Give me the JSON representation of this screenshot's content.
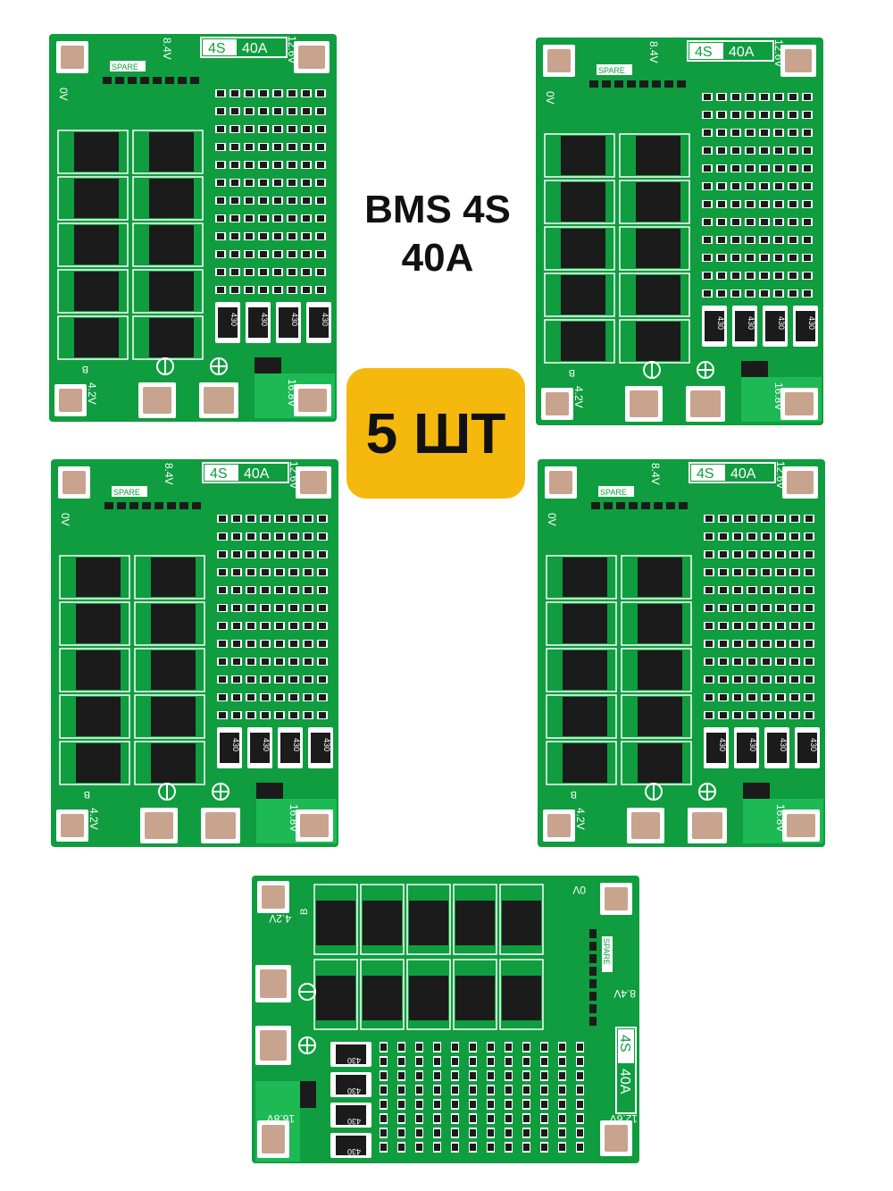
{
  "product": {
    "title_line1": "BMS 4S",
    "title_line2": "40A",
    "quantity_badge": "5 ШТ",
    "badge_color": "#f5b80d"
  },
  "board_markings": {
    "cells_label": "4S",
    "current_label": "40A",
    "spare_label": "SPARE",
    "v0": "0V",
    "v42": "4.2V",
    "v84": "8.4V",
    "v126": "12.6V",
    "v168": "16.8V",
    "b_label": "B",
    "resistor_code": "430"
  },
  "colors": {
    "pcb_green": "#0f9d3f",
    "pcb_light": "#1db955",
    "mosfet_black": "#1b1b1b",
    "silkscreen": "#ffffff",
    "pad_copper": "#c8a38e"
  }
}
